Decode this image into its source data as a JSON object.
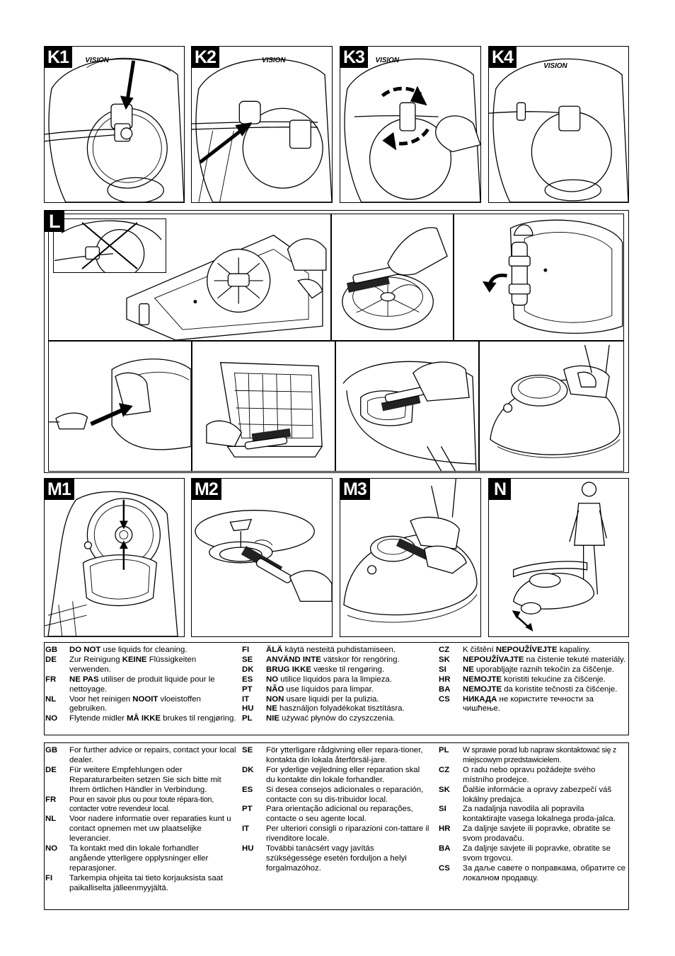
{
  "panels": {
    "k1": "K1",
    "k2": "K2",
    "k3": "K3",
    "k4": "K4",
    "l": "L",
    "m1": "M1",
    "m2": "M2",
    "m3": "M3",
    "n": "N"
  },
  "brand_logo": "VISION",
  "icons": {
    "arrow": "arrow-icon",
    "rotate": "rotate-arrows-icon",
    "cross": "cross-out-icon",
    "brush": "brush-icon",
    "hand": "hand-icon"
  },
  "box1": {
    "col1": [
      {
        "code": "GB",
        "pre": "",
        "bold": "DO NOT",
        "post": " use liquids for cleaning."
      },
      {
        "code": "DE",
        "pre": "Zur Reinigung ",
        "bold": "KEINE",
        "post": " Flüssigkeiten verwenden."
      },
      {
        "code": "FR",
        "pre": "",
        "bold": "NE PAS",
        "post": " utiliser de produit liquide pour le nettoyage."
      },
      {
        "code": "NL",
        "pre": "Voor het reinigen ",
        "bold": "NOOIT",
        "post": " vloeistoffen gebruiken."
      },
      {
        "code": "NO",
        "pre": "Flytende midler ",
        "bold": "MÅ IKKE",
        "post": " brukes til rengjøring."
      }
    ],
    "col2": [
      {
        "code": "FI",
        "pre": "",
        "bold": "ÄLÄ",
        "post": " käytä nesteitä puhdistamiseen."
      },
      {
        "code": "SE",
        "pre": "",
        "bold": "ANVÄND INTE",
        "post": " vätskor för rengöring."
      },
      {
        "code": "DK",
        "pre": "",
        "bold": "BRUG IKKE",
        "post": " væske til rengøring."
      },
      {
        "code": "ES",
        "pre": "",
        "bold": "NO",
        "post": " utilice líquidos para la limpieza."
      },
      {
        "code": "PT",
        "pre": "",
        "bold": "NÃO",
        "post": " use líquidos para limpar."
      },
      {
        "code": "IT",
        "pre": "",
        "bold": "NON",
        "post": " usare liquidi per la pulizia."
      },
      {
        "code": "HU",
        "pre": "",
        "bold": "NE",
        "post": " használjon folyadékokat tisztításra."
      },
      {
        "code": "PL",
        "pre": "",
        "bold": "NIE",
        "post": " używać płynów do czyszczenia."
      }
    ],
    "col3": [
      {
        "code": "CZ",
        "pre": "K čištění ",
        "bold": "NEPOUŽÍVEJTE",
        "post": " kapaliny."
      },
      {
        "code": "SK",
        "pre": "",
        "bold": "NEPOUŽÍVAJTE",
        "post": " na čistenie tekuté materiály."
      },
      {
        "code": "SI",
        "pre": "",
        "bold": "NE",
        "post": " uporabljajte raznih tekočin za čiščenje."
      },
      {
        "code": "HR",
        "pre": "",
        "bold": "NEMOJTE",
        "post": " koristiti tekućine za čišćenje."
      },
      {
        "code": "BA",
        "pre": "",
        "bold": "NEMOJTE",
        "post": " da koristite tečnosti za čišćenje."
      },
      {
        "code": "CS",
        "pre": "",
        "bold": "НИКАДА",
        "post": " не користите течности за чишћење."
      }
    ]
  },
  "box2": {
    "col1": [
      {
        "code": "GB",
        "text": "For further advice or repairs, contact your local dealer."
      },
      {
        "code": "DE",
        "text": "Für weitere Empfehlungen oder Reparaturarbeiten setzen Sie sich bitte mit Ihrem örtlichen Händler in Verbindung."
      },
      {
        "code": "FR",
        "text": "Pour en savoir plus ou pour toute répara-tion, contacter votre revendeur local."
      },
      {
        "code": "NL",
        "text": "Voor nadere informatie over reparaties kunt u contact opnemen met uw plaatselijke leverancier."
      },
      {
        "code": "NO",
        "text": "Ta kontakt med din lokale forhandler angående ytterligere opplysninger eller reparasjoner."
      },
      {
        "code": "FI",
        "text": "Tarkempia ohjeita tai tieto korjauksista saat paikalliselta jälleenmyyjältä."
      }
    ],
    "col2": [
      {
        "code": "SE",
        "text": "För ytterligare rådgivning eller repara-tioner, kontakta din lokala återförsäl-jare."
      },
      {
        "code": "DK",
        "text": "For yderlige vejledning eller reparation skal du kontakte din lokale forhandler."
      },
      {
        "code": "ES",
        "text": "Si desea consejos adicionales o reparación, contacte con su dis-tribuidor local."
      },
      {
        "code": "PT",
        "text": "Para orientação adicional ou reparações, contacte o seu agente local."
      },
      {
        "code": "IT",
        "text": "Per ulteriori consigli o riparazioni con-tattare il rivenditore locale."
      },
      {
        "code": "HU",
        "text": "További tanácsért vagy javítás szükségessége esetén forduljon a helyi forgalmazóhoz."
      }
    ],
    "col3": [
      {
        "code": "PL",
        "text": "W sprawie porad lub napraw skontaktować się z miejscowym przedstawicielem."
      },
      {
        "code": "CZ",
        "text": "O radu nebo opravu požádejte svého místního prodejce."
      },
      {
        "code": "SK",
        "text": "Ďalšie informácie a opravy zabezpečí váš lokálny predajca."
      },
      {
        "code": "SI",
        "text": "Za nadaljnja navodila ali popravila kontaktirajte vasega lokalnega proda-jalca."
      },
      {
        "code": "HR",
        "text": "Za daljnje savjete ili popravke, obratite se svom prodavaču."
      },
      {
        "code": "BA",
        "text": "Za daljnje savjete ili popravke, obratite se svom trgovcu."
      },
      {
        "code": "CS",
        "text": "За даље савете о поправкама, обратите се локалном продавцу."
      }
    ]
  }
}
